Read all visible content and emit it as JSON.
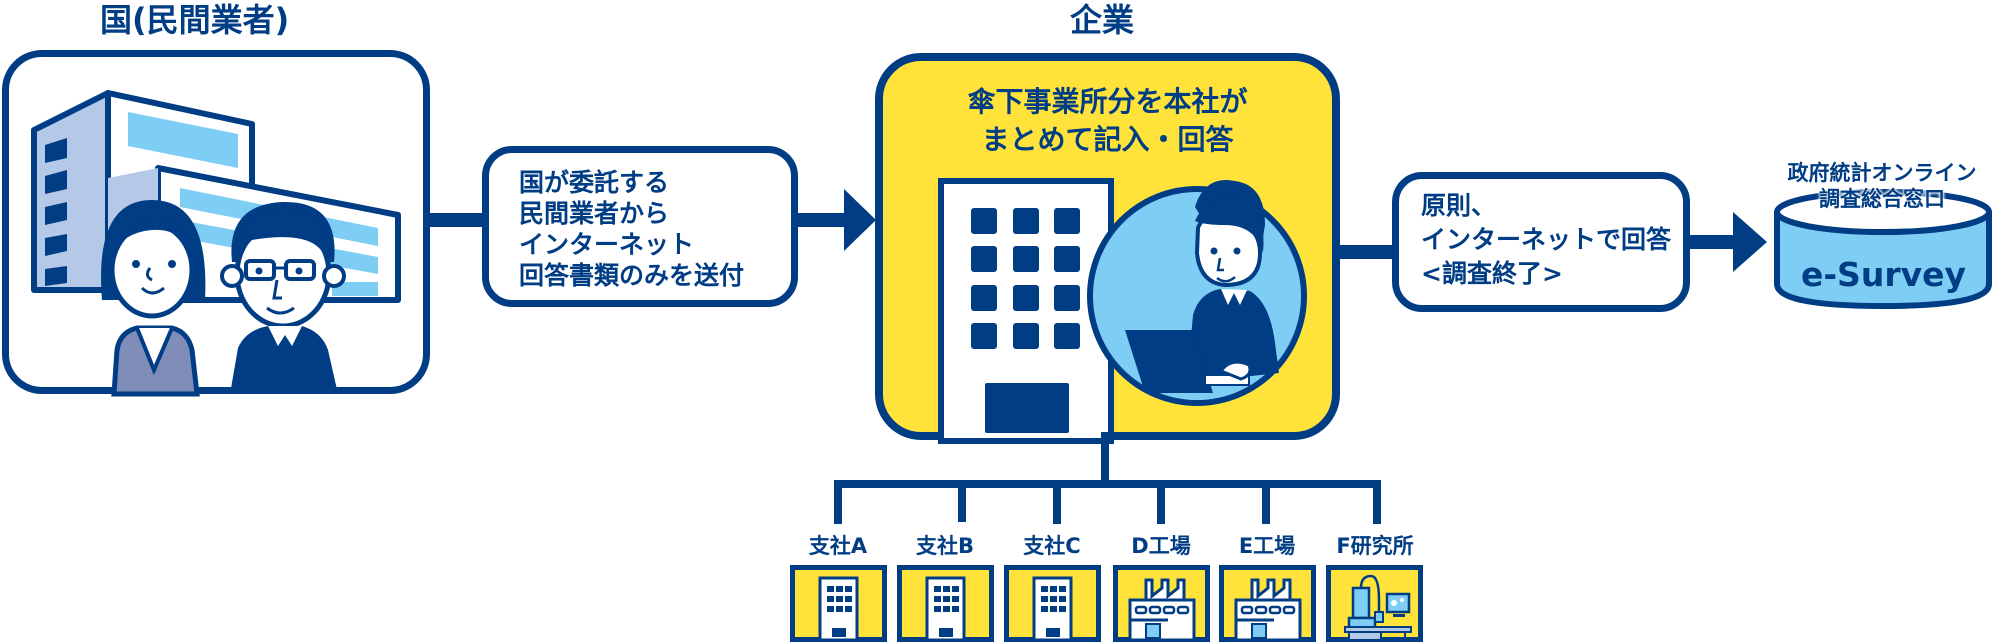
{
  "colors": {
    "navy": "#003d84",
    "yellow": "#ffe23a",
    "light_blue": "#7dcdf4",
    "pale_blue": "#b4c8e8",
    "purple_gray": "#7f8db8",
    "white": "#ffffff"
  },
  "government": {
    "title": "国(民間業者)",
    "illustration": "office-building-with-two-staff"
  },
  "step1": {
    "lines": [
      "国が委託する",
      "民間業者から",
      "インターネット",
      "回答書類のみを送付"
    ]
  },
  "company": {
    "title": "企業",
    "lines": [
      "傘下事業所分を本社が",
      "まとめて記入・回答"
    ],
    "illustration": "head-office-building-and-staff-at-laptop"
  },
  "step2": {
    "lines": [
      "原則、",
      "インターネットで回答",
      "<調査終了>"
    ]
  },
  "esurvey": {
    "caption_lines": [
      "政府統計オンライン",
      "調査総合窓口"
    ],
    "label": "e-Survey"
  },
  "branches": [
    {
      "label": "支社A",
      "icon": "office-building-icon"
    },
    {
      "label": "支社B",
      "icon": "office-building-icon"
    },
    {
      "label": "支社C",
      "icon": "office-building-icon"
    },
    {
      "label": "D工場",
      "icon": "factory-icon"
    },
    {
      "label": "E工場",
      "icon": "factory-icon"
    },
    {
      "label": "F研究所",
      "icon": "laboratory-icon"
    }
  ]
}
